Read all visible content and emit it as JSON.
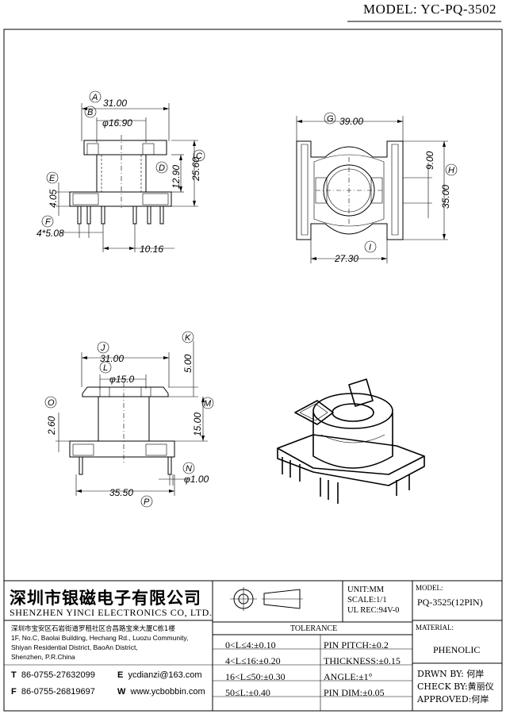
{
  "header": {
    "model_label": "MODEL: YC-PQ-3502"
  },
  "views": {
    "front": {
      "dims": {
        "A": "31.00",
        "B": "φ16.90",
        "C": "25.60",
        "D": "12.90",
        "E": "4.05",
        "F": "4*5.08",
        "G": "10.16"
      },
      "letters": [
        "A",
        "B",
        "C",
        "D",
        "E",
        "F"
      ]
    },
    "top": {
      "dims": {
        "G": "39.00",
        "H": "35.00",
        "h2": "9.00",
        "I": "27.30"
      },
      "letters": [
        "G",
        "H",
        "I"
      ]
    },
    "side": {
      "dims": {
        "J": "31.00",
        "L": "φ15.0",
        "K": "5.00",
        "O": "2.60",
        "M": "15.00",
        "N": "φ1.00",
        "P": "35.50"
      },
      "letters": [
        "J",
        "K",
        "L",
        "M",
        "N",
        "O",
        "P"
      ]
    }
  },
  "title_block": {
    "company_cn": "深圳市银磁电子有限公司",
    "company_en": "SHENZHEN YINCI ELECTRONICS CO, LTD.",
    "address_cn": "深圳市宝安区石岩街道罗租社区合昌路宝来大厦C栋1楼",
    "address_en": [
      "1F, No.C, Baolai Building, Hechang Rd., Luozu Community,",
      "Shiyan Residential District, BaoAn District,",
      "Shenzhen, P.R.China"
    ],
    "contact": {
      "t_label": "T",
      "tel": "86-0755-27632099",
      "f_label": "F",
      "fax": "86-0755-26819697",
      "e_label": "E",
      "email": "ycdianzi@163.com",
      "w_label": "W",
      "web": "www.ycbobbin.com"
    },
    "unit": "UNIT:MM",
    "scale": "SCALE:1/1",
    "ul": "UL REC:94V-0",
    "tolerance_label": "TOLERANCE",
    "tol_left": [
      "0<L≤4:±0.10",
      "4<L≤16:±0.20",
      "16<L≤50:±0.30",
      "50≤L:±0.40"
    ],
    "tol_right": [
      "PIN PITCH:±0.2",
      "THICKNESS:±0.15",
      "ANGLE:±1°",
      "PIN DIM:±0.05"
    ],
    "model_label": "MODEL:",
    "model_value": "PQ-3525(12PIN)",
    "material_label": "MATERIAL:",
    "material_value": "PHENOLIC",
    "drwn": "DRWN BY: 何岸",
    "check": "CHECK BY:黄丽仪",
    "approved": "APPROVED:何岸"
  }
}
